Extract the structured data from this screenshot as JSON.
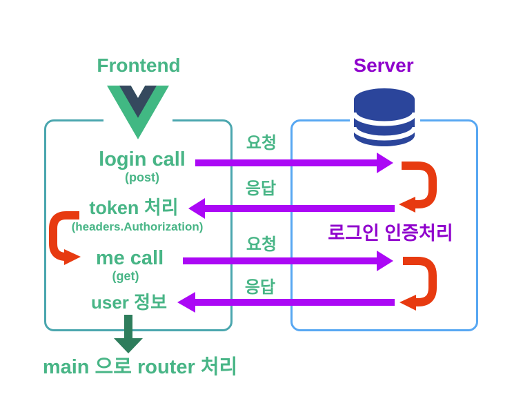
{
  "titles": {
    "frontend": "Frontend",
    "server": "Server"
  },
  "frontend_box": {
    "login_call": "login call",
    "login_method": "(post)",
    "token_label": "token 처리",
    "token_detail": "(headers.Authorization)",
    "me_call": "me call",
    "me_method": "(get)",
    "user_info": "user 정보"
  },
  "server_box": {
    "auth_process": "로그인 인증처리"
  },
  "arrow_labels": {
    "request1": "요청",
    "response1": "응답",
    "request2": "요청",
    "response2": "응답"
  },
  "footer": {
    "router_note": "main 으로 router 처리"
  },
  "icons": {
    "frontend_logo": "vue-logo",
    "server_icon": "database"
  },
  "colors": {
    "text_green": "#48b586",
    "dark_green": "#2e7d5c",
    "text_purple": "#8f00cc",
    "purple_arrow": "#ab08f5",
    "red": "#e73a10",
    "teal_border": "#4aa6ae",
    "blue_border": "#57a7f2",
    "db_blue": "#2b459b",
    "vue_green": "#41b883",
    "vue_navy": "#35495e"
  }
}
